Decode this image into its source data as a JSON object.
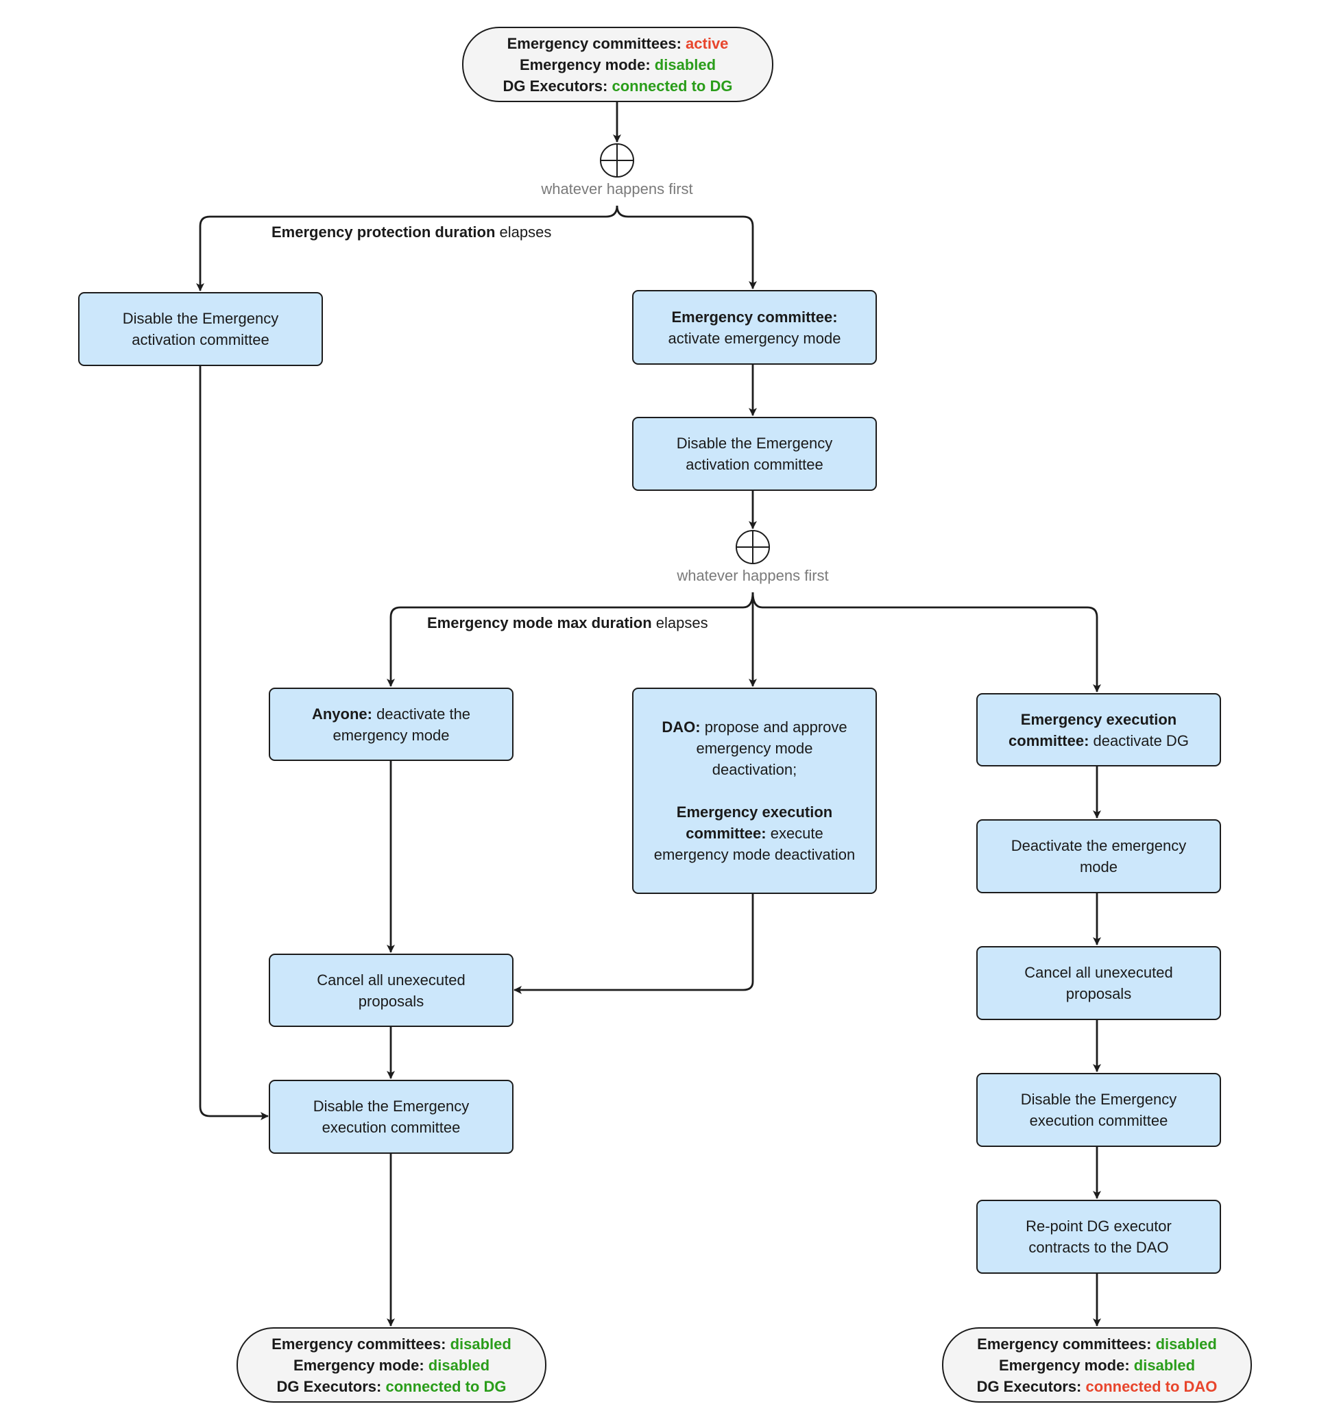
{
  "start": {
    "l1_label": "Emergency committees:",
    "l1_value": "active",
    "l2_label": "Emergency mode:",
    "l2_value": "disabled",
    "l3_label": "DG Executors:",
    "l3_value": "connected to DG"
  },
  "gate1_caption": "whatever happens first",
  "gate2_caption": "whatever happens first",
  "edge_protection": {
    "bold": "Emergency protection duration",
    "rest": "elapses"
  },
  "edge_max": {
    "bold": "Emergency mode max duration",
    "rest": "elapses"
  },
  "disable_activation_left": {
    "l1": "Disable the Emergency",
    "l2": "activation committee"
  },
  "committee_activate": {
    "l1_bold": "Emergency committee:",
    "l2": "activate emergency mode"
  },
  "disable_activation_mid": {
    "l1": "Disable the Emergency",
    "l2": "activation committee"
  },
  "anyone_deactivate": {
    "bold": "Anyone:",
    "l1_rest": "deactivate the",
    "l2": "emergency mode"
  },
  "dao_box": {
    "l1_bold": "DAO:",
    "l1_rest": "propose and approve",
    "l2": "emergency mode",
    "l3": "deactivation;",
    "l4_bold": "Emergency execution",
    "l5_bold": "committee:",
    "l5_rest": "execute",
    "l6": "emergency mode deactivation"
  },
  "exec_deactivate_dg": {
    "l1_bold": "Emergency execution",
    "l2_bold": "committee:",
    "l2_rest": "deactivate DG"
  },
  "cancel_left": {
    "l1": "Cancel all unexecuted",
    "l2": "proposals"
  },
  "disable_exec_left": {
    "l1": "Disable the Emergency",
    "l2": "execution committee"
  },
  "deactivate_mode_right": {
    "l1": "Deactivate the emergency",
    "l2": "mode"
  },
  "cancel_right": {
    "l1": "Cancel all unexecuted",
    "l2": "proposals"
  },
  "disable_exec_right": {
    "l1": "Disable the Emergency",
    "l2": "execution committee"
  },
  "repoint": {
    "l1": "Re-point DG executor",
    "l2": "contracts to the DAO"
  },
  "end_left": {
    "l1_label": "Emergency committees:",
    "l1_value": "disabled",
    "l2_label": "Emergency mode:",
    "l2_value": "disabled",
    "l3_label": "DG Executors:",
    "l3_value": "connected to DG"
  },
  "end_right": {
    "l1_label": "Emergency committees:",
    "l1_value": "disabled",
    "l2_label": "Emergency mode:",
    "l2_value": "disabled",
    "l3_label": "DG Executors:",
    "l3_value": "connected to DAO"
  },
  "colors": {
    "box_fill": "#cce7fb",
    "pill_fill": "#f4f4f4",
    "stroke": "#1c1c1c",
    "red": "#e8452c",
    "green": "#2a9d1a",
    "caption": "#7a7a7a"
  }
}
